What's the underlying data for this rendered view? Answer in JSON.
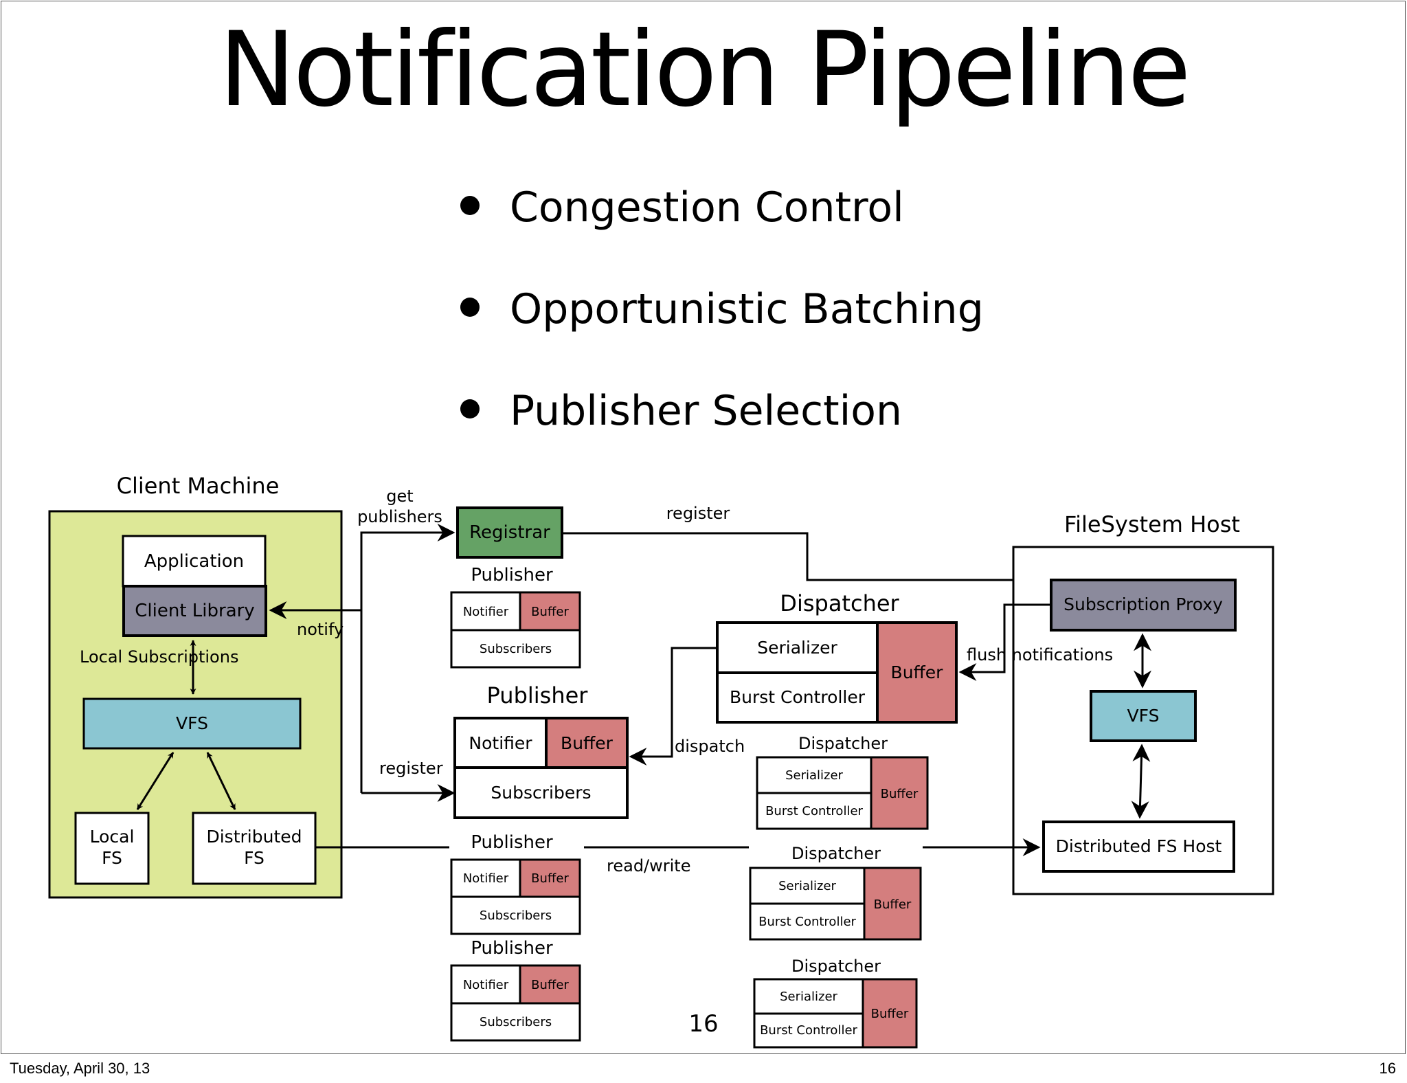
{
  "title": "Notification Pipeline",
  "bullets": [
    "Congestion Control",
    "Opportunistic Batching",
    "Publisher Selection"
  ],
  "diagram": {
    "client_machine": {
      "label": "Client Machine",
      "application": "Application",
      "client_library": "Client Library",
      "local_subscriptions": "Local Subscriptions",
      "vfs": "VFS",
      "local_fs": [
        "Local",
        "FS"
      ],
      "distributed_fs": [
        "Distributed",
        "FS"
      ]
    },
    "registrar": "Registrar",
    "edge_labels": {
      "get_publishers": [
        "get",
        "publishers"
      ],
      "register_top": "register",
      "register_left": "register",
      "notify": "notify",
      "dispatch": "dispatch",
      "flush_notifications": "flush notifications",
      "read_write": "read/write"
    },
    "publisher": {
      "label": "Publisher",
      "notifier": "Notifier",
      "buffer": "Buffer",
      "subscribers": "Subscribers"
    },
    "dispatcher": {
      "label": "Dispatcher",
      "serializer": "Serializer",
      "burst_controller": "Burst Controller",
      "buffer": "Buffer"
    },
    "filesystem_host": {
      "label": "FileSystem Host",
      "subscription_proxy": "Subscription Proxy",
      "vfs": "VFS",
      "distributed_fs_host": "Distributed FS Host"
    },
    "colors": {
      "client_machine_fill": "#dde897",
      "client_library_fill": "#8b8a9c",
      "vfs_fill": "#8bc6d2",
      "registrar_fill": "#65a265",
      "buffer_fill": "#d47e7e",
      "subscription_proxy_fill": "#8b8a9c"
    },
    "page_number": "16"
  },
  "footer": {
    "date": "Tuesday, April 30, 13",
    "page": "16"
  }
}
